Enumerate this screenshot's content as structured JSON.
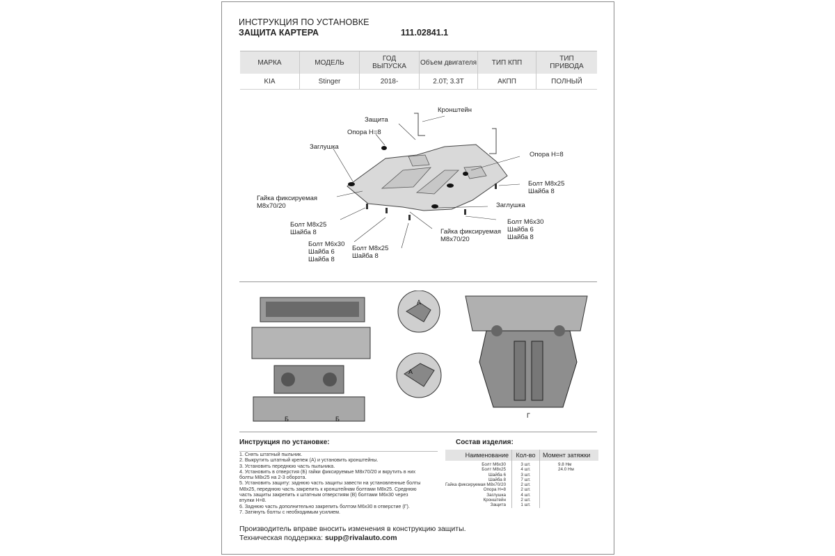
{
  "header": {
    "line1": "ИНСТРУКЦИЯ ПО УСТАНОВКЕ",
    "line2": "ЗАЩИТА КАРТЕРА",
    "article": "111.02841.1"
  },
  "spec_table": {
    "headers": [
      "МАРКА",
      "МОДЕЛЬ",
      "ГОД ВЫПУСКА",
      "Объем двигателя",
      "ТИП КПП",
      "ТИП ПРИВОДА"
    ],
    "row": [
      "KIA",
      "Stinger",
      "2018-",
      "2.0T; 3.3T",
      "АКПП",
      "ПОЛНЫЙ"
    ]
  },
  "diagram_labels": {
    "bracket": "Кронштейн",
    "guard": "Защита",
    "support_left": "Опора Н=8",
    "plug_left": "Заглушка",
    "support_right": "Опора Н=8",
    "bolt_right_1": "Болт М8х25",
    "bolt_right_2": "Шайба 8",
    "nut_left_1": "Гайка фиксируемая",
    "nut_left_2": "М8х70/20",
    "plug_right": "Заглушка",
    "bolt6_right_1": "Болт М6х30",
    "bolt6_right_2": "Шайба 6",
    "bolt6_right_3": "Шайба 8",
    "bolt_left_1": "Болт М8х25",
    "bolt_left_2": "Шайба 8",
    "nut_center_1": "Гайка фиксируемая",
    "nut_center_2": "М8х70/20",
    "bolt6_left_1": "Болт М6х30",
    "bolt6_left_2": "Шайба 6",
    "bolt6_left_3": "Шайба 8",
    "bolt_center_1": "Болт М8х25",
    "bolt_center_2": "Шайба 8"
  },
  "photo_marks": {
    "a": "А",
    "b": "Б",
    "g": "Г"
  },
  "instructions": {
    "title": "Инструкция по установке:",
    "steps": [
      "1. Снять штатный пыльник.",
      "2. Выкрутить штатный крепеж (А) и установить кронштейны.",
      "3. Установить переднюю часть пыльника.",
      "4. Установить в отверстия (Б) гайки фиксируемые М8х70/20 и вкрутить в них",
      "болты М8х25 на 2-3 оборота.",
      "5. Установить защиту: заднюю часть защиты завести на установленные болты",
      "М8х25, переднюю часть закрепить к кронштейнам болтами М8х25. Среднюю",
      "часть защиты закрепить к штатным отверстиям (В) болтами М6х30 через",
      "втулки Н=8.",
      "6. Заднюю часть дополнительно закрепить болтом М6х30 в отверстие (Г).",
      "7. Затянуть болты с необходимым усилием."
    ]
  },
  "composition": {
    "title": "Состав изделия:",
    "col_name": "Наименование",
    "col_qty": "Кол-во",
    "col_torque": "Момент затяжки",
    "names": [
      "Болт М6х30",
      "Болт М8х25",
      "Шайба 6",
      "Шайба 8",
      "Гайка фиксируемая М8х70/20",
      "Опора Н=8",
      "Заглушка",
      "Кронштейн",
      "Защита"
    ],
    "qty": [
      "3 шт.",
      "4 шт.",
      "3 шт.",
      "7 шт.",
      "2 шт.",
      "2 шт.",
      "4 шт.",
      "2 шт.",
      "1 шт."
    ],
    "torque": [
      "9.8 Нм",
      "24.0 Нм"
    ]
  },
  "footer": {
    "notice": "Производитель вправе вносить изменения в конструкцию защиты.",
    "support_label": "Техническая поддержка:",
    "support_email": "supp@rivalauto.com"
  }
}
